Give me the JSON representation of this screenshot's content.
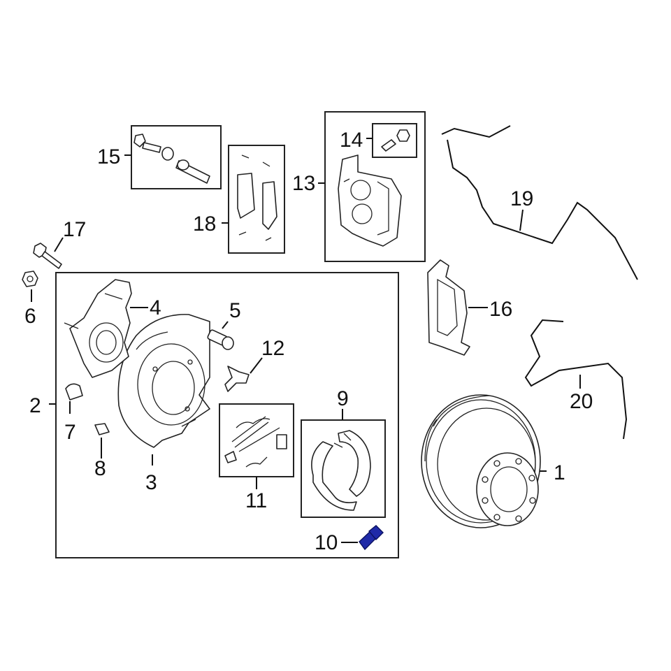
{
  "diagram": {
    "callouts": {
      "c1": "1",
      "c2": "2",
      "c3": "3",
      "c4": "4",
      "c5": "5",
      "c6": "6",
      "c7": "7",
      "c8": "8",
      "c9": "9",
      "c10": "10",
      "c11": "11",
      "c12": "12",
      "c13": "13",
      "c14": "14",
      "c15": "15",
      "c16": "16",
      "c17": "17",
      "c18": "18",
      "c19": "19",
      "c20": "20"
    },
    "highlight_color": "#1f2aa8",
    "highlighted_part": "10"
  }
}
